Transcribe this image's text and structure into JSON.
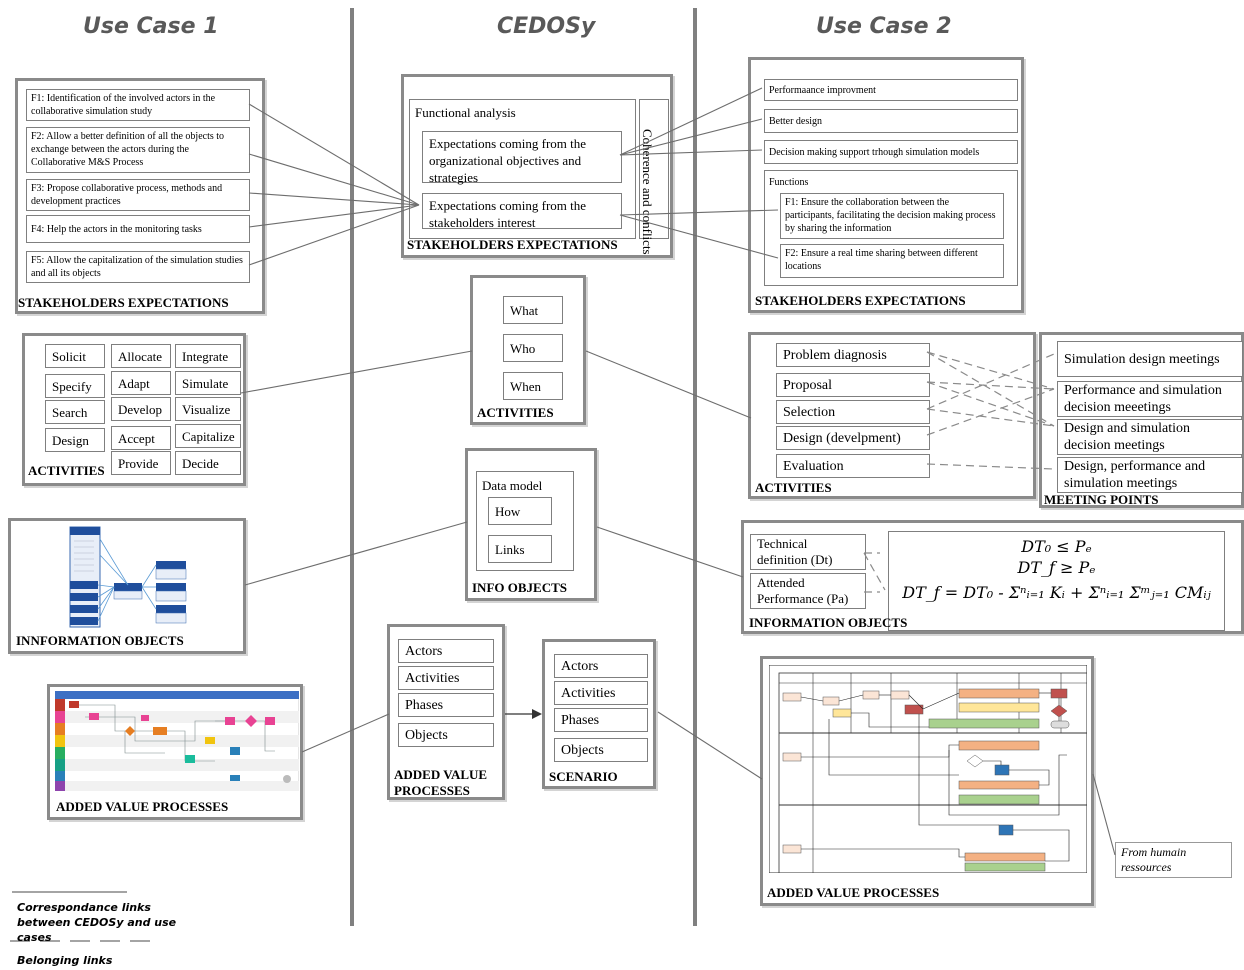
{
  "columns": {
    "left": "Use Case 1",
    "center": "CEDOSy",
    "right": "Use Case 2"
  },
  "uc1": {
    "expectations": {
      "items": [
        "F1: Identification of the involved actors in the collaborative simulation study",
        "F2: Allow a better definition of all the objects to exchange between the actors during the Collaborative M&S Process",
        "F3: Propose collaborative process, methods and development practices",
        "F4: Help the actors in the monitoring tasks",
        "F5: Allow the capitalization of the simulation studies and all its objects"
      ],
      "title": "STAKEHOLDERS EXPECTATIONS"
    },
    "activities": {
      "col1": [
        "Solicit",
        "Specify",
        "Search",
        "Design"
      ],
      "col2": [
        "Allocate",
        "Adapt",
        "Develop",
        "Accept",
        "Provide"
      ],
      "col3": [
        "Integrate",
        "Simulate",
        "Visualize",
        "Capitalize",
        "Decide"
      ],
      "title": "ACTIVITIES"
    },
    "info_objects": {
      "title": "INNFORMATION OBJECTS"
    },
    "processes": {
      "title": "ADDED VALUE PROCESSES"
    }
  },
  "cedosy": {
    "expectations": {
      "functional_analysis": "Functional analysis",
      "org_objectives": "Expectations coming from the organizational objectives and strategies",
      "stakeholders_interest": "Expectations coming from the stakeholders interest",
      "coherence": "Coherence and conflicts",
      "title": "STAKEHOLDERS EXPECTATIONS"
    },
    "activities": {
      "items": [
        "What",
        "Who",
        "When"
      ],
      "title": "ACTIVITIES"
    },
    "info_objects": {
      "data_model": "Data model",
      "items": [
        "How",
        "Links"
      ],
      "title": "INFO OBJECTS"
    },
    "processes": {
      "items": [
        "Actors",
        "Activities",
        "Phases",
        "Objects"
      ],
      "title_line1": "ADDED VALUE",
      "title_line2": "PROCESSES"
    },
    "scenario": {
      "items": [
        "Actors",
        "Activities",
        "Phases",
        "Objects"
      ],
      "title": "SCENARIO"
    }
  },
  "uc2": {
    "expectations": {
      "items": [
        "Performaance improvment",
        "Better design",
        "Decision making support trhough simulation models"
      ],
      "functions_label": "Functions",
      "f1": "F1: Ensure the collaboration between the participants, facilitating the decision making process by sharing the information",
      "f2": "F2: Ensure a real time sharing between different locations",
      "title": "STAKEHOLDERS EXPECTATIONS"
    },
    "activities": {
      "items": [
        "Problem diagnosis",
        "Proposal",
        "Selection",
        "Design (develpment)",
        "Evaluation"
      ],
      "title": "ACTIVITIES"
    },
    "meeting_points": {
      "items": [
        "Simulation design meetings",
        "Performance and simulation decision meeetings",
        "Design and simulation decision meetings",
        "Design, performance and simulation meetings"
      ],
      "title": "MEETING POINTS"
    },
    "info_objects": {
      "technical": "Technical definition (Dt)",
      "attended": "Attended Performance (Pa)",
      "formula1": "DT₀ ≤ Pₑ",
      "formula2": "DT_f ≥ Pₑ",
      "formula3": "DT_f = DT₀ - Σⁿᵢ₌₁ Kᵢ + Σⁿᵢ₌₁ Σᵐⱼ₌₁ CMᵢⱼ",
      "title": "INFORMATION OBJECTS"
    },
    "processes": {
      "title": "ADDED VALUE PROCESSES",
      "note": "From humain ressources"
    }
  },
  "legend": {
    "correspondance": "Correspondance links between CEDOSy and use cases",
    "belonging": "Belonging  links"
  }
}
